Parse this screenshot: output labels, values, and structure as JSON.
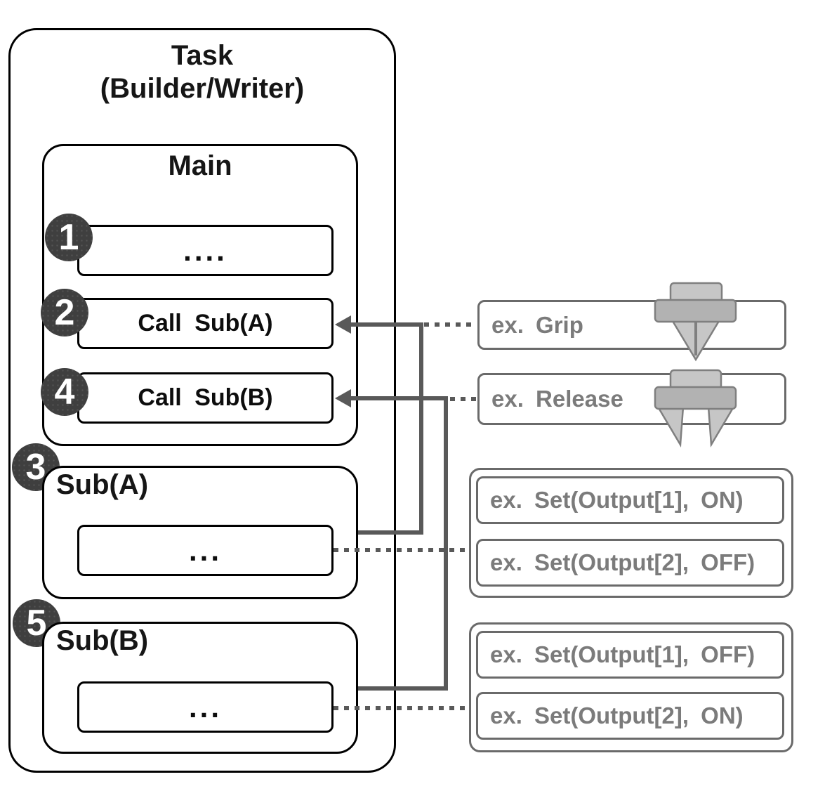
{
  "task": {
    "title_line1": "Task",
    "title_line2": "(Builder/Writer)"
  },
  "main": {
    "label": "Main",
    "steps": [
      {
        "num": "1",
        "label": "...."
      },
      {
        "num": "2",
        "label": "Call Sub(A)"
      },
      {
        "num": "4",
        "label": "Call Sub(B)"
      }
    ]
  },
  "sub_a": {
    "num": "3",
    "label": "Sub(A)",
    "body": "..."
  },
  "sub_b": {
    "num": "5",
    "label": "Sub(B)",
    "body": "..."
  },
  "examples": {
    "grip": {
      "label": "ex. Grip",
      "icon": "gripper-closed-icon"
    },
    "release": {
      "label": "ex. Release",
      "icon": "gripper-open-icon"
    },
    "sub_a_items": [
      "ex. Set(Output[1], ON)",
      "ex. Set(Output[2], OFF)"
    ],
    "sub_b_items": [
      "ex. Set(Output[1], OFF)",
      "ex. Set(Output[2], ON)"
    ]
  },
  "colors": {
    "outline": "#000000",
    "connector": "#595959",
    "badge_fill": "#3f3f3f",
    "example_border": "#6a6a6a",
    "example_text": "#7b7b7b",
    "gripper_light": "#c6c6c6",
    "gripper_mid": "#b2b2b2",
    "gripper_stroke": "#7f7f7f"
  }
}
